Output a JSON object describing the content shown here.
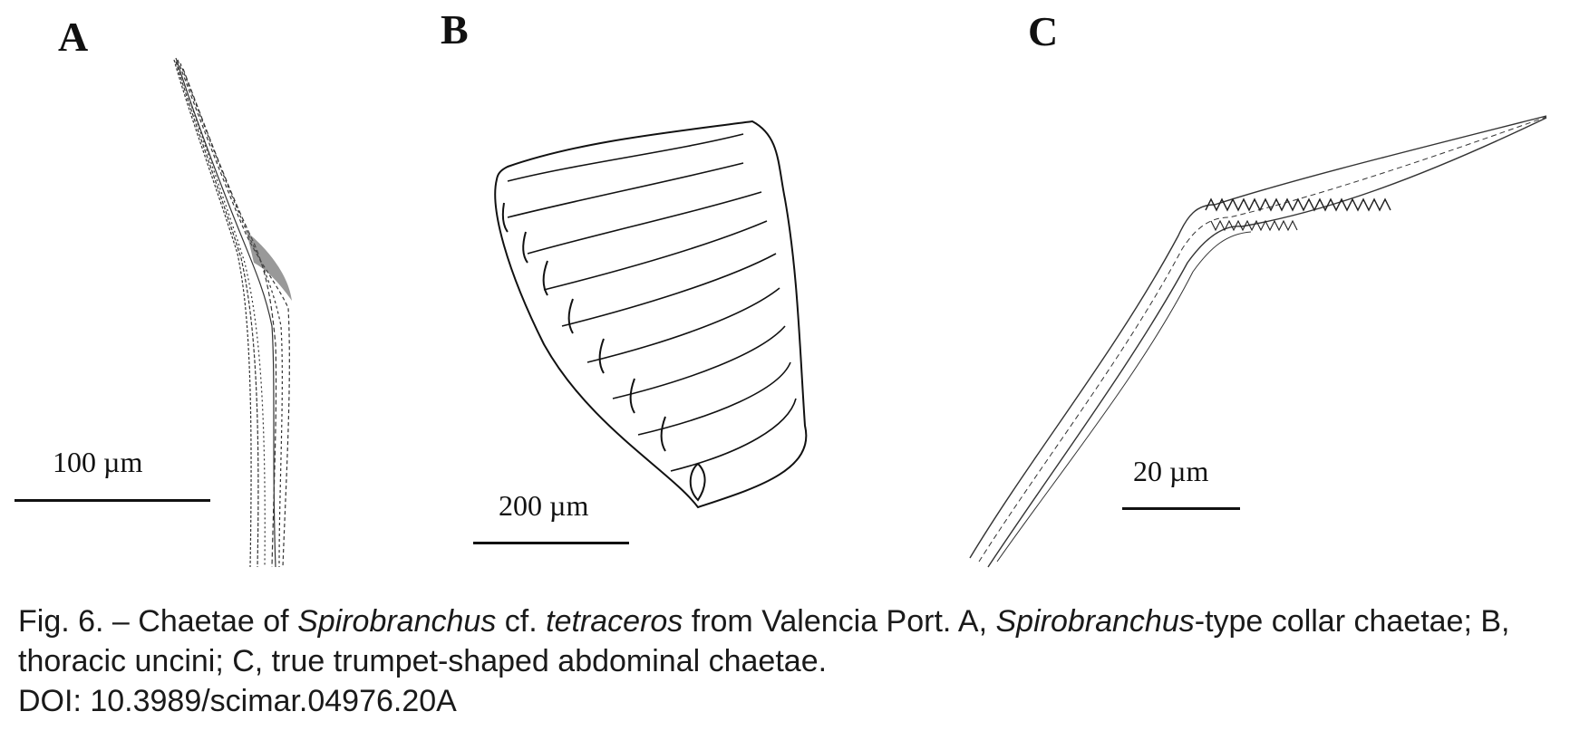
{
  "figure": {
    "panels": [
      {
        "label": "A",
        "scale_text": "100 µm"
      },
      {
        "label": "B",
        "scale_text": "200 µm"
      },
      {
        "label": "C",
        "scale_text": "20 µm"
      }
    ]
  },
  "caption": {
    "part1": "Fig. 6. – Chaetae of ",
    "genus1": "Spirobranchus",
    "part2": " cf. ",
    "species": "tetraceros",
    "part3": " from Valencia Port. A, ",
    "genus2": "Spirobranchus",
    "part4": "-type collar chaetae; B, thoracic uncini; C, true trumpet-shaped abdominal chaetae.",
    "doi": "DOI: 10.3989/scimar.04976.20A"
  }
}
